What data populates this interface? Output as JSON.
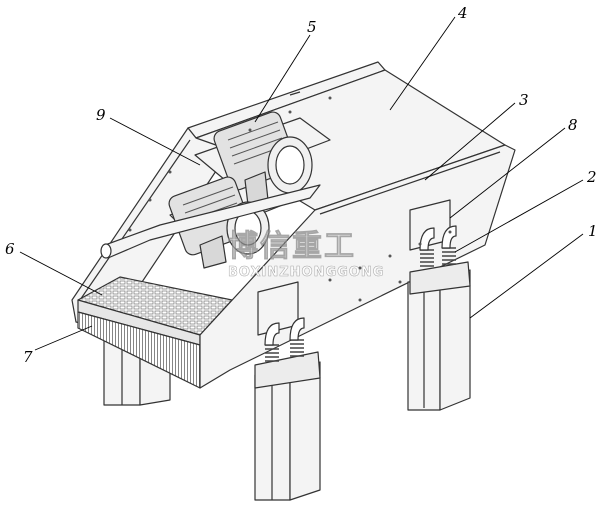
{
  "callouts": [
    {
      "id": "1",
      "text": "1"
    },
    {
      "id": "2",
      "text": "2"
    },
    {
      "id": "3",
      "text": "3"
    },
    {
      "id": "4",
      "text": "4"
    },
    {
      "id": "5",
      "text": "5"
    },
    {
      "id": "6",
      "text": "6"
    },
    {
      "id": "7",
      "text": "7"
    },
    {
      "id": "8",
      "text": "8"
    },
    {
      "id": "9",
      "text": "9"
    }
  ],
  "watermark": {
    "chinese": "博信重工",
    "latin": "BOXINZHONGGONG"
  },
  "colors": {
    "line": "#333333",
    "panel": "#f4f4f4",
    "motor": "#e2e2e2",
    "spring": "#555555",
    "background": "#ffffff"
  }
}
